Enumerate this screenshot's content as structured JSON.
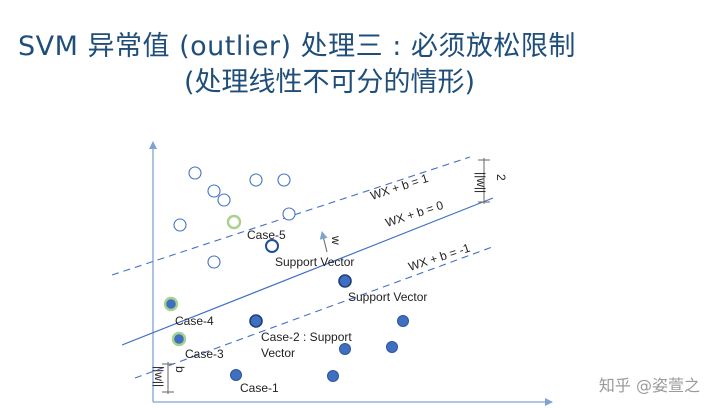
{
  "title": {
    "line1": "SVM 异常值 (outlier) 处理三 : 必须放松限制",
    "line2": "(处理线性不可分的情形)"
  },
  "diagram": {
    "lines": {
      "upper": "WX + b = 1",
      "middle": "WX + b = 0",
      "lower": "WX + b = -1"
    },
    "w_label": "w",
    "b_label": "b",
    "b_norm": "||w||",
    "margin_num": "2",
    "margin_den": "||w||",
    "cases": {
      "case1": "Case-1",
      "case2_line1": "Case-2 : Support",
      "case2_line2": "Vector",
      "case3": "Case-3",
      "case4": "Case-4",
      "case5": "Case-5"
    },
    "sv_upper": "Support Vector",
    "sv_lower": "Support Vector"
  },
  "watermark": "知乎 @姿萱之",
  "colors": {
    "title": "#1f4e79",
    "axis": "#7fa3d1",
    "line": "#4472c4",
    "filled": "#3f6fc2",
    "outlier_ring": "#a9d18e"
  }
}
